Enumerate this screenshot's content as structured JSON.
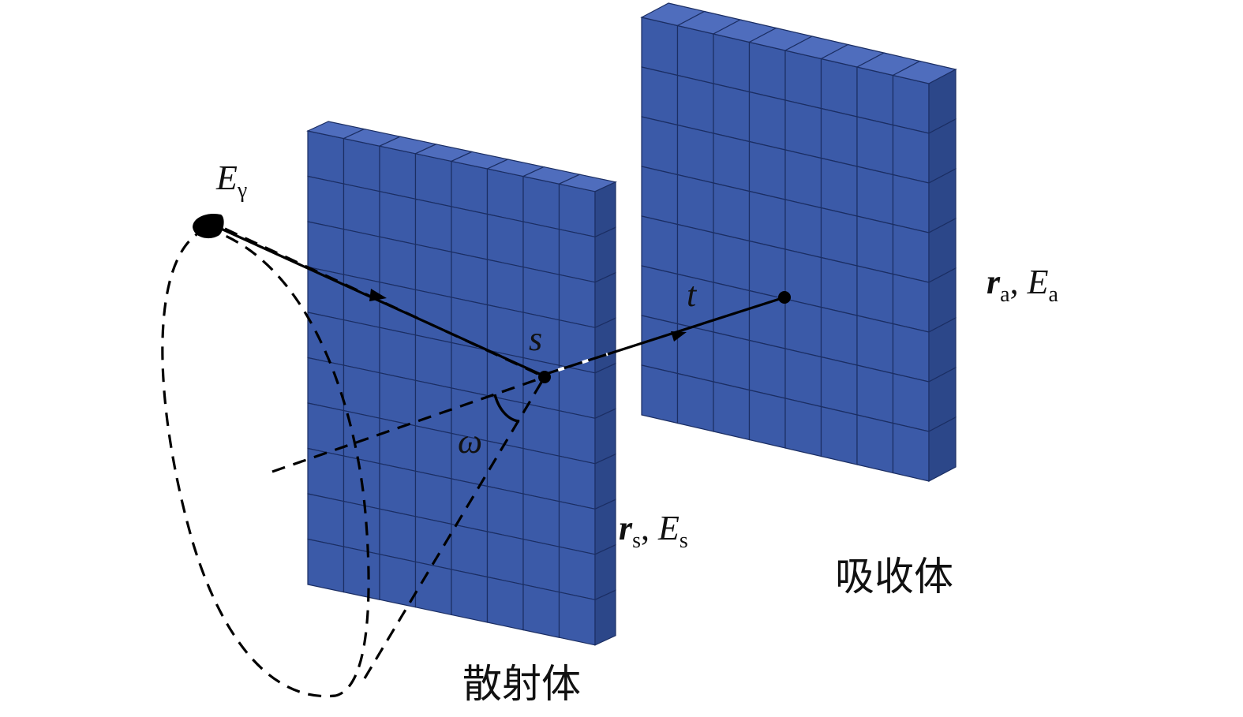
{
  "colors": {
    "module_front": "#3b5aa8",
    "module_top": "#4f6dbd",
    "module_side": "#2c4789",
    "module_edge": "#1b2e63",
    "line": "#000000",
    "background": "#ffffff"
  },
  "scatterer": {
    "grid_cols": 8,
    "grid_rows": 10,
    "label": "散射体",
    "position_label": {
      "vec": "r",
      "vec_sub": "s",
      "energy": "E",
      "energy_sub": "s"
    }
  },
  "absorber": {
    "grid_cols": 8,
    "grid_rows": 8,
    "label": "吸收体",
    "position_label": {
      "vec": "r",
      "vec_sub": "a",
      "energy": "E",
      "energy_sub": "a"
    }
  },
  "source": {
    "energy": "E",
    "energy_sub": "γ"
  },
  "labels": {
    "s": "s",
    "t": "t",
    "omega": "ω",
    "comma": ", "
  },
  "icons": {
    "source_blob": "source-point-icon",
    "arrow": "arrow-head-icon"
  }
}
